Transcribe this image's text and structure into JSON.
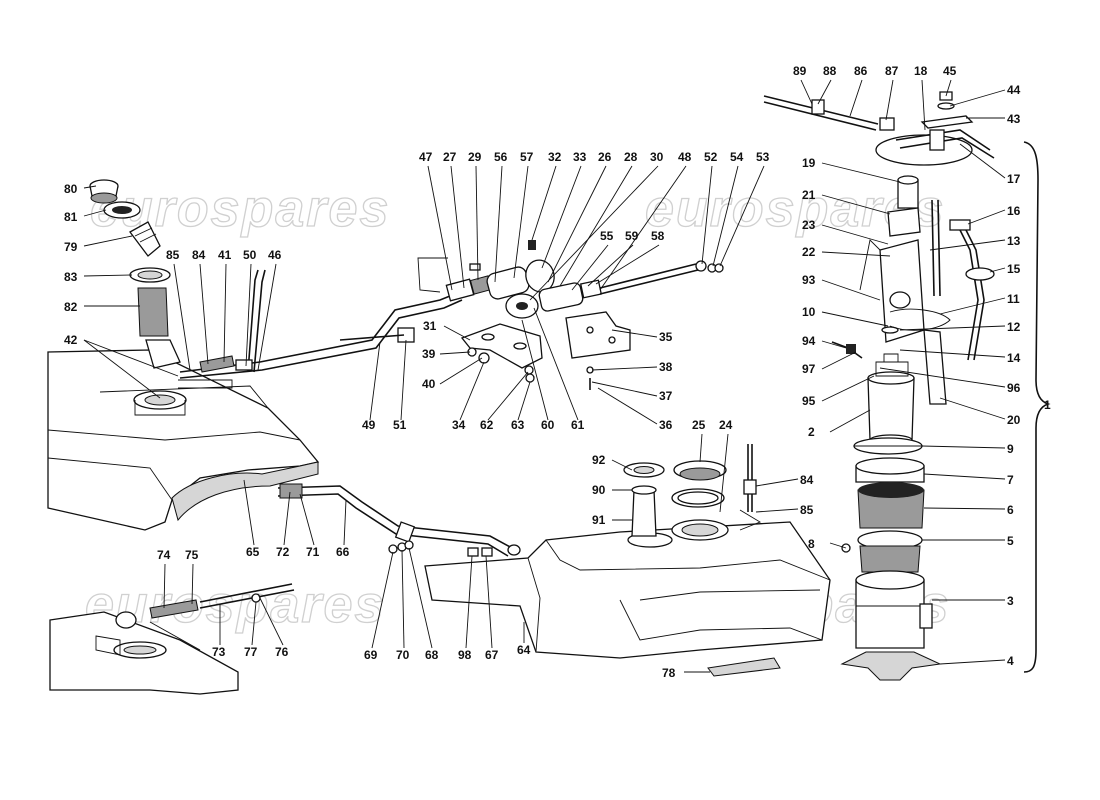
{
  "watermark": "eurospares",
  "labels": [
    {
      "id": "p80",
      "text": "80"
    },
    {
      "id": "p81",
      "text": "81"
    },
    {
      "id": "p79",
      "text": "79"
    },
    {
      "id": "p83",
      "text": "83"
    },
    {
      "id": "p82",
      "text": "82"
    },
    {
      "id": "p42",
      "text": "42"
    },
    {
      "id": "p85a",
      "text": "85"
    },
    {
      "id": "p84a",
      "text": "84"
    },
    {
      "id": "p41",
      "text": "41"
    },
    {
      "id": "p50",
      "text": "50"
    },
    {
      "id": "p46",
      "text": "46"
    },
    {
      "id": "p47",
      "text": "47"
    },
    {
      "id": "p27",
      "text": "27"
    },
    {
      "id": "p29",
      "text": "29"
    },
    {
      "id": "p56",
      "text": "56"
    },
    {
      "id": "p57",
      "text": "57"
    },
    {
      "id": "p32",
      "text": "32"
    },
    {
      "id": "p33",
      "text": "33"
    },
    {
      "id": "p26",
      "text": "26"
    },
    {
      "id": "p28",
      "text": "28"
    },
    {
      "id": "p30",
      "text": "30"
    },
    {
      "id": "p48",
      "text": "48"
    },
    {
      "id": "p52",
      "text": "52"
    },
    {
      "id": "p54",
      "text": "54"
    },
    {
      "id": "p53",
      "text": "53"
    },
    {
      "id": "p55",
      "text": "55"
    },
    {
      "id": "p59",
      "text": "59"
    },
    {
      "id": "p58",
      "text": "58"
    },
    {
      "id": "p31",
      "text": "31"
    },
    {
      "id": "p35",
      "text": "35"
    },
    {
      "id": "p39",
      "text": "39"
    },
    {
      "id": "p40",
      "text": "40"
    },
    {
      "id": "p38",
      "text": "38"
    },
    {
      "id": "p37",
      "text": "37"
    },
    {
      "id": "p49",
      "text": "49"
    },
    {
      "id": "p51",
      "text": "51"
    },
    {
      "id": "p34",
      "text": "34"
    },
    {
      "id": "p62",
      "text": "62"
    },
    {
      "id": "p63",
      "text": "63"
    },
    {
      "id": "p60",
      "text": "60"
    },
    {
      "id": "p61",
      "text": "61"
    },
    {
      "id": "p36",
      "text": "36"
    },
    {
      "id": "p89",
      "text": "89"
    },
    {
      "id": "p88",
      "text": "88"
    },
    {
      "id": "p86",
      "text": "86"
    },
    {
      "id": "p87",
      "text": "87"
    },
    {
      "id": "p18",
      "text": "18"
    },
    {
      "id": "p45",
      "text": "45"
    },
    {
      "id": "p44",
      "text": "44"
    },
    {
      "id": "p43",
      "text": "43"
    },
    {
      "id": "p19",
      "text": "19"
    },
    {
      "id": "p17",
      "text": "17"
    },
    {
      "id": "p21",
      "text": "21"
    },
    {
      "id": "p16",
      "text": "16"
    },
    {
      "id": "p23",
      "text": "23"
    },
    {
      "id": "p22",
      "text": "22"
    },
    {
      "id": "p13",
      "text": "13"
    },
    {
      "id": "p15",
      "text": "15"
    },
    {
      "id": "p93",
      "text": "93"
    },
    {
      "id": "p11",
      "text": "11"
    },
    {
      "id": "p10",
      "text": "10"
    },
    {
      "id": "p12",
      "text": "12"
    },
    {
      "id": "p94",
      "text": "94"
    },
    {
      "id": "p14",
      "text": "14"
    },
    {
      "id": "p97",
      "text": "97"
    },
    {
      "id": "p96",
      "text": "96"
    },
    {
      "id": "p95",
      "text": "95"
    },
    {
      "id": "p20",
      "text": "20"
    },
    {
      "id": "p1",
      "text": "1"
    },
    {
      "id": "p2",
      "text": "2"
    },
    {
      "id": "p9",
      "text": "9"
    },
    {
      "id": "p7",
      "text": "7"
    },
    {
      "id": "p6",
      "text": "6"
    },
    {
      "id": "p5",
      "text": "5"
    },
    {
      "id": "p8",
      "text": "8"
    },
    {
      "id": "p3",
      "text": "3"
    },
    {
      "id": "p4",
      "text": "4"
    },
    {
      "id": "p25",
      "text": "25"
    },
    {
      "id": "p24",
      "text": "24"
    },
    {
      "id": "p92",
      "text": "92"
    },
    {
      "id": "p90",
      "text": "90"
    },
    {
      "id": "p91",
      "text": "91"
    },
    {
      "id": "p84b",
      "text": "84"
    },
    {
      "id": "p85b",
      "text": "85"
    },
    {
      "id": "p65",
      "text": "65"
    },
    {
      "id": "p72",
      "text": "72"
    },
    {
      "id": "p71",
      "text": "71"
    },
    {
      "id": "p66",
      "text": "66"
    },
    {
      "id": "p69",
      "text": "69"
    },
    {
      "id": "p70",
      "text": "70"
    },
    {
      "id": "p68",
      "text": "68"
    },
    {
      "id": "p98",
      "text": "98"
    },
    {
      "id": "p67",
      "text": "67"
    },
    {
      "id": "p64",
      "text": "64"
    },
    {
      "id": "p78",
      "text": "78"
    },
    {
      "id": "p74",
      "text": "74"
    },
    {
      "id": "p75",
      "text": "75"
    },
    {
      "id": "p73",
      "text": "73"
    },
    {
      "id": "p77",
      "text": "77"
    },
    {
      "id": "p76",
      "text": "76"
    }
  ]
}
